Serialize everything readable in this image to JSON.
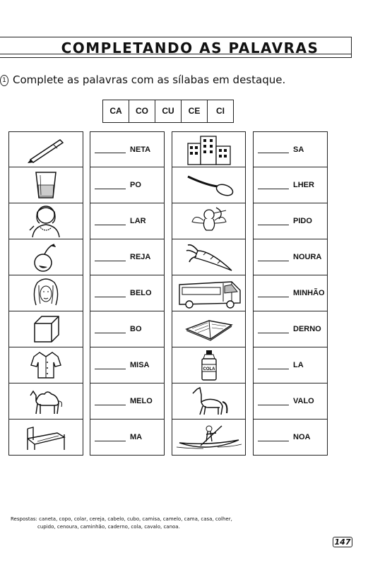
{
  "title": "COMPLETANDO AS PALAVRAS",
  "instruction": {
    "number": "1",
    "text": "Complete as palavras com as sílabas em destaque."
  },
  "syllables": [
    "CA",
    "CO",
    "CU",
    "CE",
    "CI"
  ],
  "left_column": [
    {
      "icon": "pen-icon",
      "word": "NETA"
    },
    {
      "icon": "cup-icon",
      "word": "PO"
    },
    {
      "icon": "woman-necklace-icon",
      "word": "LAR"
    },
    {
      "icon": "cherry-icon",
      "word": "REJA"
    },
    {
      "icon": "hair-face-icon",
      "word": "BELO"
    },
    {
      "icon": "cube-icon",
      "word": "BO"
    },
    {
      "icon": "shirt-icon",
      "word": "MISA"
    },
    {
      "icon": "camel-icon",
      "word": "MELO"
    },
    {
      "icon": "bed-icon",
      "word": "MA"
    }
  ],
  "right_column": [
    {
      "icon": "buildings-icon",
      "word": "SA"
    },
    {
      "icon": "spoon-icon",
      "word": "LHER"
    },
    {
      "icon": "cupid-icon",
      "word": "PIDO"
    },
    {
      "icon": "carrot-icon",
      "word": "NOURA"
    },
    {
      "icon": "truck-icon",
      "word": "MINHÃO"
    },
    {
      "icon": "notebook-icon",
      "word": "DERNO"
    },
    {
      "icon": "glue-bottle-icon",
      "word": "LA",
      "label": "COLA"
    },
    {
      "icon": "horse-icon",
      "word": "VALO"
    },
    {
      "icon": "canoe-icon",
      "word": "NOA"
    }
  ],
  "answers": {
    "label": "Respostas:",
    "line1": "caneta, copo, colar, cereja, cabelo, cubo, camisa, camelo, cama, casa, colher,",
    "line2": "cupido, cenoura, caminhão, caderno, cola, cavalo, canoa."
  },
  "page_number": "147"
}
